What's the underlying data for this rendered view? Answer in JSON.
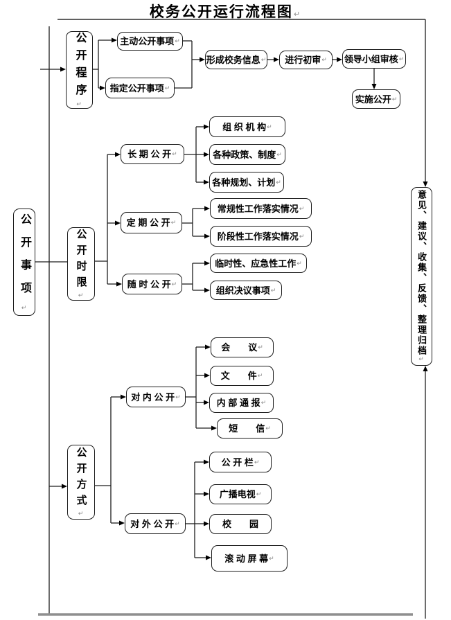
{
  "title": {
    "text": "校务公开运行流程图"
  },
  "marks": {
    "return_mark": "↵"
  },
  "colors": {
    "line": "#1c1c1c",
    "bottom_rule": "#8f8f8f"
  },
  "procedure": {
    "root": "公开程序",
    "proactive": "主动公开事项",
    "designated": "指定公开事项",
    "form_info": "形成校务信息",
    "preliminary_review": "进行初审",
    "leading_group_review": "领导小组审核",
    "implement": "实施公开"
  },
  "matters": {
    "root": "公开事项"
  },
  "time_limit": {
    "root": "公开时限",
    "long_term": "长 期 公 开",
    "long_term_children": [
      "组 织 机 构",
      "各种政策、制度",
      "各种规划、计划"
    ],
    "regular": "定 期 公 开",
    "regular_children": [
      "常规性工作落实情况",
      "阶段性工作落实情况"
    ],
    "anytime": "随 时 公 开",
    "anytime_children": [
      "临时性、应急性工作",
      "组织决议事项"
    ]
  },
  "method": {
    "root": "公开方式",
    "internal": "对 内 公 开",
    "internal_children": [
      "会　　议",
      "文　　件",
      "内 部 通 报",
      "短　　信"
    ],
    "external": "对 外 公 开",
    "external_children": [
      "公 开 栏",
      "广播电视",
      "校　　园",
      "滚 动 屏 幕"
    ]
  },
  "feedback": {
    "label": "意见、建议、收集、反馈、整理归档"
  }
}
